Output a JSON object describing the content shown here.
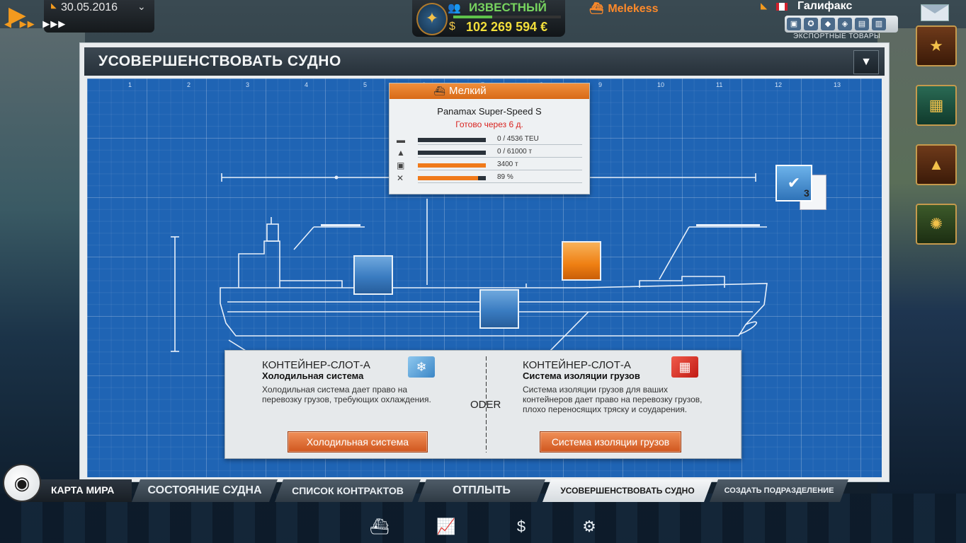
{
  "hud": {
    "date": "30.05.2016",
    "rank": "ИЗВЕСТНЫЙ",
    "rank_progress": 0.36,
    "money": "102 269 594 €",
    "ship_name": "Melekess",
    "port": "Галифакс",
    "export_label": "ЭКСПОРТНЫЕ ТОВАРЫ"
  },
  "panel": {
    "title": "УСОВЕРШЕНСТВОВАТЬ СУДНО",
    "ruler": [
      "1",
      "2",
      "3",
      "4",
      "5",
      "6",
      "7",
      "8",
      "9",
      "10",
      "11",
      "12",
      "13"
    ]
  },
  "stats": {
    "size": "Мелкий",
    "ship_type": "Panamax  Super-Speed S",
    "ready": "Готово через 6 д.",
    "rows": [
      {
        "label": "0 / 4536 TEU",
        "fill": 0.0
      },
      {
        "label": "0 / 61000 т",
        "fill": 0.0
      },
      {
        "label": "3400 т",
        "fill": 1.0
      },
      {
        "label": "89 %",
        "fill": 0.89
      }
    ]
  },
  "doc_count": "3",
  "choice": {
    "left": {
      "title": "КОНТЕЙНЕР-СЛОТ-А",
      "subtitle": "Холодильная система",
      "description": "Холодильная система дает право на перевозку грузов, требующих охлаждения.",
      "button": "Холодильная система"
    },
    "or": "ODER",
    "right": {
      "title": "КОНТЕЙНЕР-СЛОТ-А",
      "subtitle": "Система изоляции грузов",
      "description": "Система изоляции грузов для ваших контейнеров дает право на перевозку грузов, плохо переносящих тряску и соударения.",
      "button": "Система изоляции грузов"
    }
  },
  "tabs": {
    "world_map": "КАРТА МИРА",
    "items": [
      "СОСТОЯНИЕ СУДНА",
      "СПИСОК КОНТРАКТОВ",
      "ОТПЛЫТЬ",
      "УСОВЕРШЕНСТВОВАТЬ СУДНО",
      "СОЗДАТЬ ПОДРАЗДЕЛЕНИЕ"
    ]
  },
  "colors": {
    "accent": "#f07a1a",
    "blueprint": "#1f64b4",
    "ready_red": "#d9231f",
    "rank_green": "#77d35f",
    "money_yellow": "#f2de3b"
  }
}
